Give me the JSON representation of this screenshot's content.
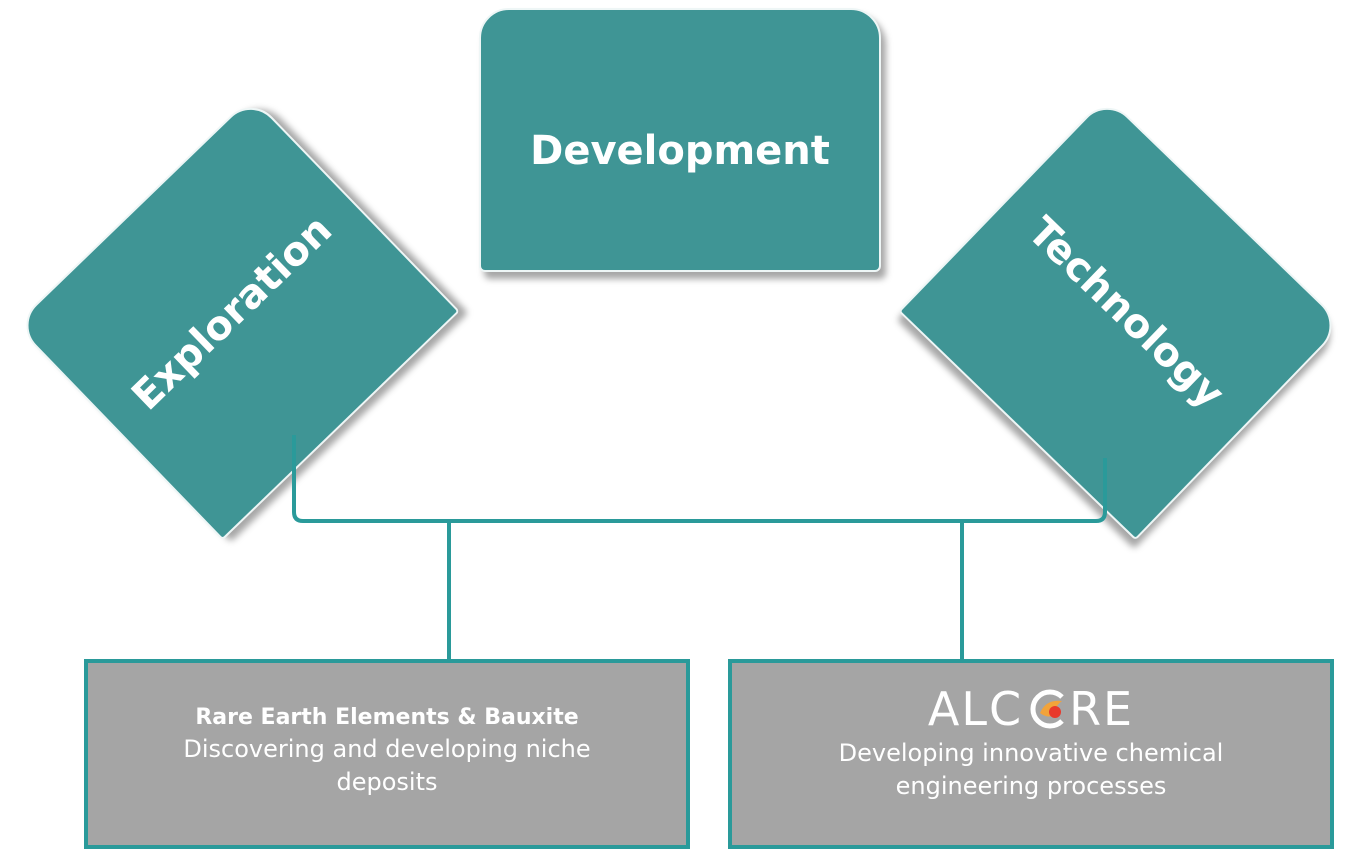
{
  "pillars": {
    "exploration": "Exploration",
    "development": "Development",
    "technology": "Technology"
  },
  "boxes": {
    "left": {
      "heading": "Rare Earth Elements & Bauxite",
      "description": "Discovering and developing niche deposits"
    },
    "right": {
      "logo": {
        "text_before": "ALC",
        "text_after": "RE",
        "icon": "alcore-logo-mark-icon"
      },
      "description": "Developing innovative chemical engineering processes"
    }
  },
  "colors": {
    "card_fill": "#3f9595",
    "connector": "#2a9a9a",
    "box_fill": "#a5a5a5",
    "text": "#ffffff",
    "logo_accent_red": "#e8392c",
    "logo_accent_orange": "#f2a33a"
  }
}
